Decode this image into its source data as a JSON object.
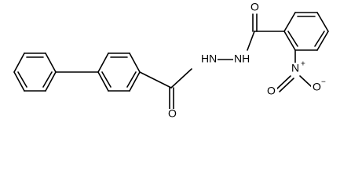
{
  "molecule": {
    "atoms": {
      "hydrazide_nh1": "HN",
      "hydrazide_nh2": "NH",
      "carbonyl_oxygen_left": "O",
      "carbonyl_oxygen_right": "O",
      "nitro_nitrogen": "N",
      "nitro_nitrogen_charge": "+",
      "nitro_oxygen_top": "O",
      "nitro_oxygen_bottom": "O",
      "nitro_oxygen_bottom_charge": "−"
    }
  }
}
